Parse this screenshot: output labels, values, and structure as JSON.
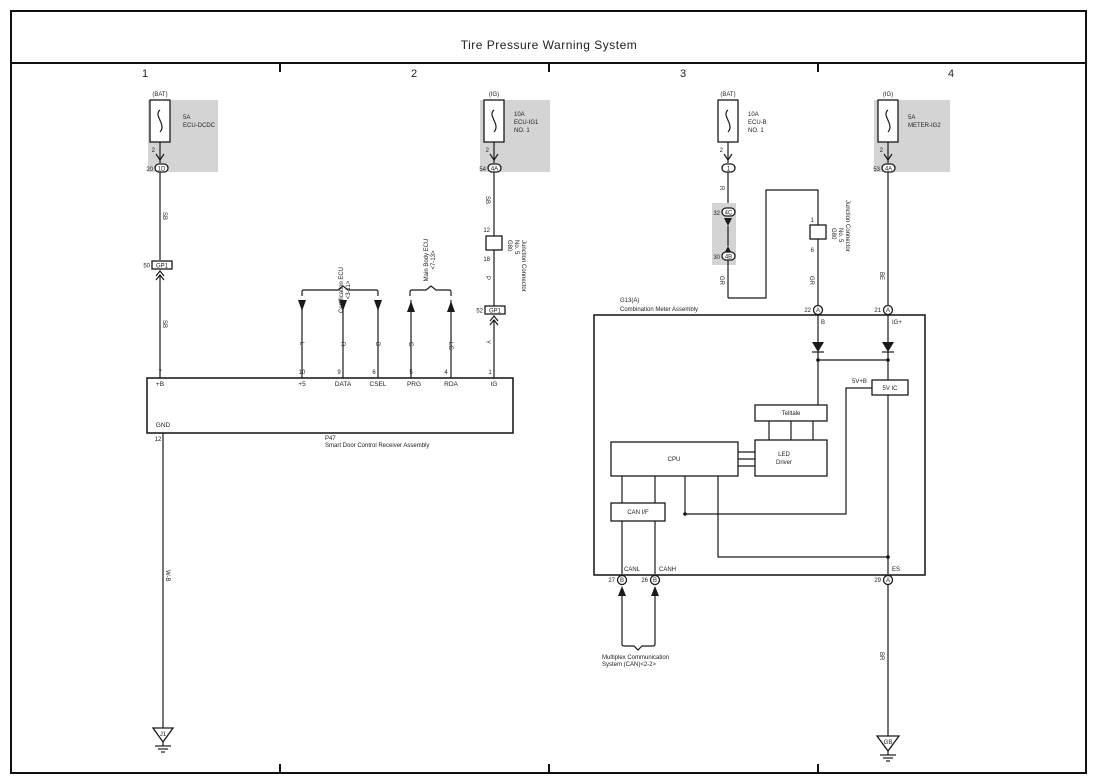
{
  "title": "Tire Pressure Warning System",
  "columns": [
    "1",
    "2",
    "3",
    "4"
  ],
  "fuses": [
    {
      "supply": "(BAT)",
      "amp": "5A",
      "name": "ECU-DCDC",
      "pin_top": "2",
      "pin": "20",
      "connector": "1D"
    },
    {
      "supply": "(IG)",
      "amp": "10A",
      "name": "ECU-IG1",
      "name2": "NO. 1",
      "pin_top": "2",
      "pin": "54",
      "connector": "4A"
    },
    {
      "supply": "(BAT)",
      "amp": "10A",
      "name": "ECU-B",
      "name2": "NO. 1",
      "pin_top": "2",
      "pin": "",
      "connector": "1"
    },
    {
      "supply": "(IG)",
      "amp": "5A",
      "name": "METER-IG2",
      "pin_top": "2",
      "pin": "53",
      "connector": "4A"
    }
  ],
  "wire_colors": {
    "sb1": "SB",
    "sb2": "SB",
    "wb": "W-B",
    "ig_sb": "SB",
    "ig_p": "P",
    "ig_y": "Y",
    "l": "L",
    "r": "R",
    "b": "B",
    "g": "G",
    "lg": "LG",
    "ecub_r": "R",
    "gr1": "GR",
    "gr2": "GR",
    "be": "BE",
    "br": "BR"
  },
  "connectors": {
    "gp1_left": {
      "pin": "50",
      "label": "GP1"
    },
    "gp1_mid": {
      "pin": "52",
      "label": "GP1"
    },
    "j32": {
      "pin": "32",
      "label": "4C"
    },
    "j30": {
      "pin": "30",
      "label": "4B"
    }
  },
  "junctions": {
    "g80a": {
      "top": "12",
      "bottom": "18",
      "name": "G80",
      "sub": "No. 5",
      "desc": "Junction Connector"
    },
    "g80b": {
      "top": "1",
      "bottom": "6",
      "name": "G80",
      "sub": "No. 5",
      "desc": "Junction Connector"
    }
  },
  "groups": {
    "cert": {
      "name": "Certification ECU",
      "ref": "<3-11>"
    },
    "mainbody": {
      "name": "Main Body ECU",
      "ref": "<7-13>"
    },
    "can": {
      "name": "Multiplex Communication",
      "name2": "System (CAN)<2-2>"
    }
  },
  "receiver": {
    "code": "P47",
    "name": "Smart Door Control Receiver Assembly",
    "pins": [
      {
        "num": "7",
        "label": "+B"
      },
      {
        "num": "10",
        "label": "+5"
      },
      {
        "num": "9",
        "label": "DATA"
      },
      {
        "num": "6",
        "label": "CSEL"
      },
      {
        "num": "5",
        "label": "PRG"
      },
      {
        "num": "4",
        "label": "RDA"
      },
      {
        "num": "1",
        "label": "IG"
      }
    ],
    "gnd": {
      "num": "12",
      "label": "GND"
    }
  },
  "meter": {
    "code": "G13(A)",
    "name": "Combination Meter Assembly",
    "pins": {
      "b": {
        "num": "22",
        "conn": "A",
        "label": "B"
      },
      "ig": {
        "num": "21",
        "conn": "A",
        "label": "IG+"
      },
      "canl": {
        "num": "27",
        "conn": "B",
        "label": "CANL"
      },
      "canh": {
        "num": "26",
        "conn": "B",
        "label": "CANH"
      },
      "es": {
        "num": "29",
        "conn": "A",
        "label": "ES"
      }
    },
    "blocks": {
      "cpu": "CPU",
      "led1": "LED",
      "led2": "Driver",
      "telltale": "Telltale",
      "canif": "CAN I/F",
      "ic": "5V IC",
      "sv": "5V+B"
    }
  },
  "grounds": {
    "left": "J1",
    "right": "GB"
  }
}
